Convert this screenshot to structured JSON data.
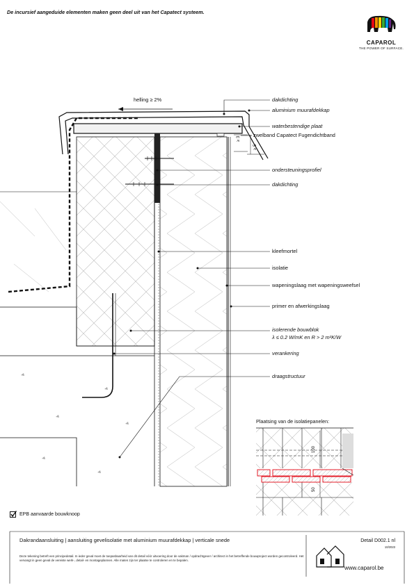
{
  "disclaimer": "De incursief aangeduide elementen maken geen deel uit van het Capatect systeem.",
  "logo": {
    "brand": "CAPAROL",
    "tagline": "THE POWER OF SURFACE."
  },
  "drawing": {
    "slope": "helling ≥ 2%",
    "dim_a": "≥ 3",
    "dim_b": "≥ 5",
    "labels": [
      {
        "text": "dakdichting",
        "italic": true
      },
      {
        "text": "aluminium muurafdekkap",
        "italic": true
      },
      {
        "text": "waterbestendige plaat",
        "italic": true
      },
      {
        "text": "zwelband Capatect Fugendichtband",
        "italic": false
      },
      {
        "text": "ondersteuningsprofiel",
        "italic": true
      },
      {
        "text": "dakdichting",
        "italic": true
      },
      {
        "text": "kleefmortel",
        "italic": false
      },
      {
        "text": "isolatie",
        "italic": false
      },
      {
        "text": "wapeningslaag met wapeningsweefsel",
        "italic": false
      },
      {
        "text": "primer en afwerkingslaag",
        "italic": false
      },
      {
        "text": "isolerende bouwblok",
        "italic": true
      },
      {
        "text": "λ ≤ 0.2 W/mK en R > 2 m²K/W",
        "italic": true
      },
      {
        "text": "verankering",
        "italic": true
      },
      {
        "text": "draagstructuur",
        "italic": true
      }
    ]
  },
  "inset": {
    "title": "Plaatsing van de isolatiepanelen:",
    "dim_100": "100",
    "dim_50": "50"
  },
  "epb": "EPB aanvaarde bouwknoop",
  "footer": {
    "title": "Dakrandaansluiting | aansluiting gevelisolatie met aluminium muurafdekkap | verticale snede",
    "note": "Deze tekening betreft een principedetail. In ieder geval moet de toepasbaarheid van dit detail vóór uitvoering door de vakman / opdrachtgever / architect in het betreffende bouwproject worden gecontroleerd. Het vervangt in geen geval de vereiste werk-, detail- en montageplannen. Alle maten zijn ter plaatse te controleren en te bepalen.",
    "detail": "Detail D002.1 nl",
    "date": "10/2023",
    "website": "www.caparol.be"
  }
}
